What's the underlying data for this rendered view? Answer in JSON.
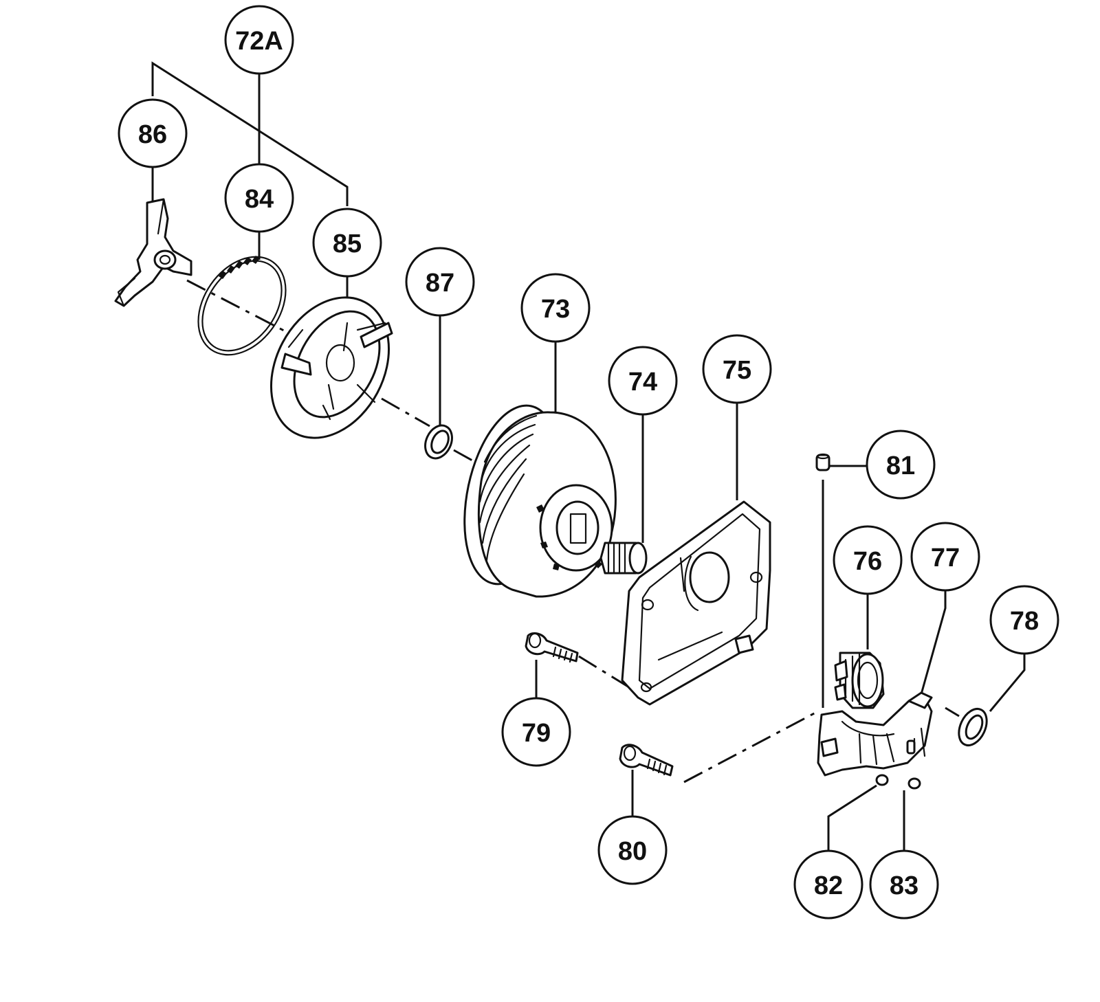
{
  "callouts": {
    "c72a": "72A",
    "c86": "86",
    "c84": "84",
    "c85": "85",
    "c87": "87",
    "c73": "73",
    "c74": "74",
    "c75": "75",
    "c81": "81",
    "c76": "76",
    "c77": "77",
    "c78": "78",
    "c79": "79",
    "c80": "80",
    "c82": "82",
    "c83": "83"
  }
}
